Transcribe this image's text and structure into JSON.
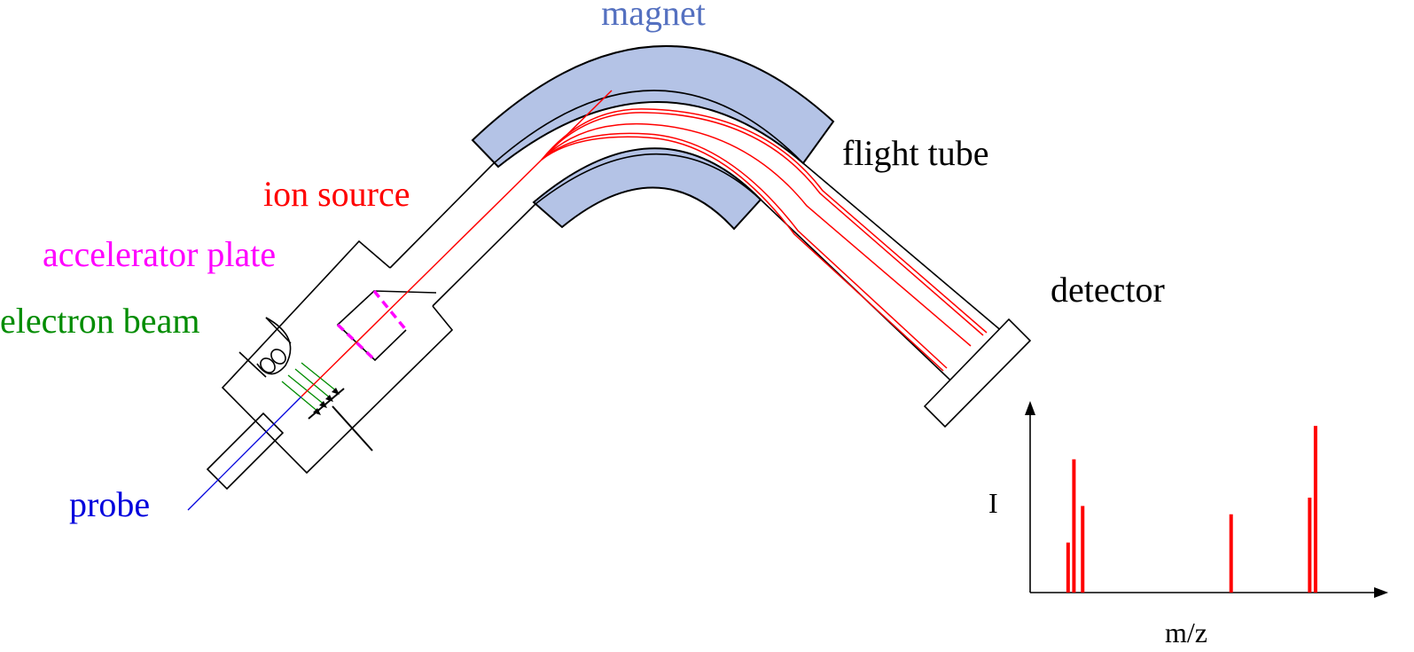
{
  "labels": {
    "magnet": "magnet",
    "flight_tube": "flight tube",
    "ion_source": "ion source",
    "accelerator_plate": "accelerator plate",
    "electron_beam": "electron beam",
    "detector": "detector",
    "probe": "probe",
    "spectrum_y_axis": "I",
    "spectrum_x_axis": "m/z"
  },
  "colors": {
    "magnet_fill": "#b4c3e6",
    "magnet_label": "#5470c0",
    "ion_paths": "#ff0000",
    "accelerator_plate": "#ff00ff",
    "electron_beam": "#008c00",
    "probe": "#0000dd",
    "outline": "#000000",
    "labels_default": "#000000"
  },
  "spectrum": {
    "peaks": [
      {
        "mz": 1.0,
        "intensity": 0.3
      },
      {
        "mz": 1.2,
        "intensity": 0.8
      },
      {
        "mz": 1.5,
        "intensity": 0.52
      },
      {
        "mz": 6.6,
        "intensity": 0.47
      },
      {
        "mz": 9.3,
        "intensity": 0.57
      },
      {
        "mz": 9.5,
        "intensity": 1.0
      }
    ],
    "mz_range": [
      0,
      12
    ],
    "intensity_range": [
      0,
      1.15
    ]
  }
}
